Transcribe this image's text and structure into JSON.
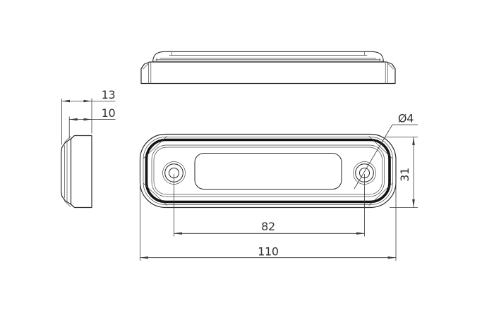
{
  "drawing": {
    "background_color": "#ffffff",
    "outline_color": "#2b2b2b",
    "bezel_band_color": "#141414",
    "dimension_line_color": "#3a3a3a",
    "text_color": "#333333",
    "dimensions": {
      "depth_total": "13",
      "depth_front": "10",
      "hole_diameter": "Ø4",
      "height": "31",
      "hole_spacing": "82",
      "width": "110"
    }
  }
}
